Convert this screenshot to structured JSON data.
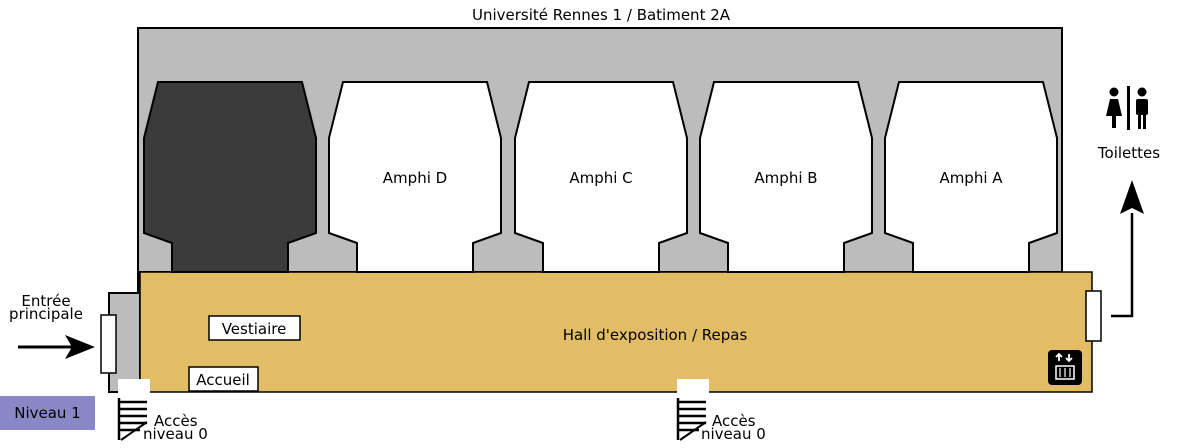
{
  "title": "Université Rennes 1 / Batiment 2A",
  "level": "Niveau 1",
  "colors": {
    "building": "#bcbcbc",
    "hall": "#e3bd66",
    "room": "#ffffff",
    "closed_room": "#3b3b3b",
    "level_badge": "#8a87c6",
    "outline": "#000000"
  },
  "rooms": [
    {
      "label": "",
      "state": "closed"
    },
    {
      "label": "Amphi D",
      "state": "open"
    },
    {
      "label": "Amphi C",
      "state": "open"
    },
    {
      "label": "Amphi B",
      "state": "open"
    },
    {
      "label": "Amphi A",
      "state": "open"
    }
  ],
  "hall": {
    "label": "Hall d'exposition / Repas"
  },
  "vestiaire": {
    "label": "Vestiaire"
  },
  "accueil": {
    "label": "Accueil"
  },
  "entrance": {
    "line1": "Entrée",
    "line2": "principale"
  },
  "toilets": {
    "label": "Toilettes",
    "icon": "restroom-icon"
  },
  "elevator": {
    "icon": "elevator-icon"
  },
  "stairs": [
    {
      "line1": "Accès",
      "line2": "niveau 0",
      "icon": "stairs-icon"
    },
    {
      "line1": "Accès",
      "line2": "niveau 0",
      "icon": "stairs-icon"
    }
  ]
}
